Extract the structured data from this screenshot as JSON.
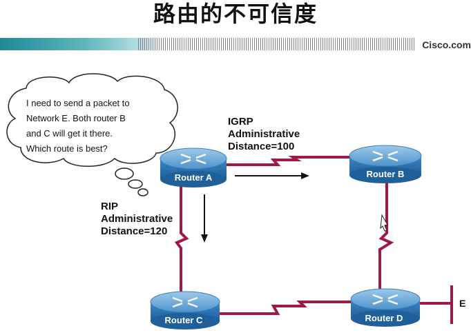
{
  "title": "路由的不可信度",
  "brand": "Cisco.com",
  "thought_bubble": "I need to send a packet to\nNetwork E. Both router B\nand C will get it there.\n Which route is best?",
  "igrp_label": "IGRP\nAdministrative\nDistance=100",
  "rip_label": "RIP\nAdministrative\nDistance=120",
  "routers": {
    "a": "Router A",
    "b": "Router B",
    "c": "Router C",
    "d": "Router D"
  },
  "network_label": "E",
  "colors": {
    "link": "#a0184a",
    "router_top": "#6aa8d6",
    "router_body": "#2f7fbf",
    "band": "#1d8a95"
  }
}
